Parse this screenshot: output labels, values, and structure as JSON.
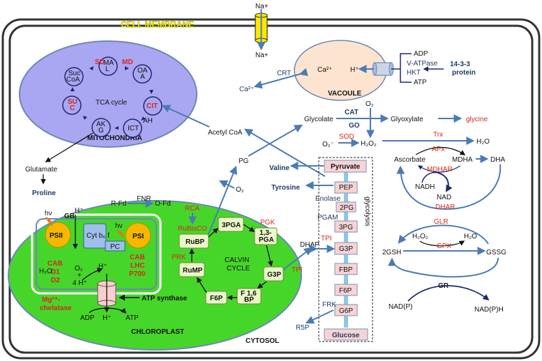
{
  "colors": {
    "mito_fill": "#a9a6f2",
    "chloro_fill": "#46d62a",
    "vacuole_fill": "#fce4d0",
    "red_label": "#d9261c",
    "blue_arrow": "#4a7bb5",
    "cell_title": "#ffff00"
  },
  "cell_membrane": "CELL MEMBRANE",
  "cytosol": "CYTOSOL",
  "sodium": {
    "top": "Na+",
    "bottom": "Na+"
  },
  "vacuole": {
    "title": "VACOULE",
    "ca": "Ca²⁺",
    "h": "H⁺",
    "adp": "ADP",
    "atp": "ATP",
    "vatpase": "V-ATPase",
    "hkt": "HKT",
    "protein_l1": "14-3-3",
    "protein_l2": "protein",
    "crt": "CRT",
    "ca_out": "Ca²⁺"
  },
  "mitochondria": {
    "title": "MITOCHONDRIA",
    "tca": "TCA cycle",
    "mal": [
      "MA",
      "L"
    ],
    "oaa": [
      "OA",
      "A"
    ],
    "cit": "CIT",
    "icit": "ICT",
    "akg": [
      "AK",
      "G"
    ],
    "sucoa": [
      "Suc",
      "CoA"
    ],
    "suc": [
      "SU",
      "C"
    ],
    "sd": "SD",
    "md": "MD",
    "ah": "AH"
  },
  "glutamate": "Glutamate",
  "proline": "Proline",
  "acetyl_coa": "Acetyl CoA",
  "pg": "PG",
  "o2_left": "O₂",
  "valine": "Valine",
  "tyrosine": "Tyrosine",
  "glycolate": "Glycolate",
  "cat": "CAT",
  "go": "GO",
  "o2_top": "O₂",
  "glyoxylate": "Glyoxylate",
  "glycine": "glycine",
  "sod": "SOD",
  "superoxide": "O₂⁻",
  "h2o2": "H₂O₂",
  "trx": "Trx",
  "h2o_right": "H₂O",
  "ascorbate": "Ascorbate",
  "apx": "APx",
  "mdha": "MDHA",
  "mdhar": "MDHAR",
  "dha": "DHA",
  "nadh": "NADH",
  "nad": "NAD",
  "dhar": "DHAR",
  "glr": "GLR",
  "gsh": "2GSH",
  "gpx": "GPX",
  "gpx_h2o2": "H₂O₂",
  "gpx_h2o": "H₂O",
  "gssg": "GSSG",
  "gr": "GR",
  "nadp": "NAD(P)",
  "nadph": "NAD(P)H",
  "glycolysis": {
    "label": "glycolysis",
    "boxes": [
      "Pyruvate",
      "PEP",
      "2PG",
      "3PG",
      "G3P",
      "FBP",
      "F6P",
      "G6P",
      "Glucose"
    ],
    "enolase": "Enolase",
    "pgam": "PGAM",
    "frk": "FRK",
    "tpi": "TPI",
    "dhap": "DHAP",
    "r5p": "R5P"
  },
  "chloroplast": {
    "title": "CHLOROPLAST",
    "rfd": "R-Fd",
    "fnr": "FNR",
    "ofd": "O-Fd",
    "psii": "PSII",
    "psi": "PSI",
    "gb": "GB",
    "hv1": "hν",
    "hv2": "hν",
    "hplus": "H⁺",
    "hplus2": "H⁺",
    "hplus3": "H⁺",
    "cytb6f": "Cyt b₆ f",
    "pc": "PC",
    "cab1": [
      "CAB",
      "D1",
      "D2"
    ],
    "cab2": [
      "CAB",
      "LHC",
      "P700"
    ],
    "h2o": "H₂O",
    "o2": "O₂",
    "plus": "+",
    "fourh": "4 H⁺",
    "mg1": "Mg²⁺-",
    "mg2": "chelatase",
    "atp_synthase": "ATP synthase",
    "adp": "ADP",
    "atp": "ATP",
    "rca": "RCA",
    "rubisco": "RuBisCO",
    "prk": "PRK",
    "pgk": "PGK",
    "tpi": "TPI",
    "calvin1": "CALVIN",
    "calvin2": "CYCLE",
    "rubp": "RuBP",
    "pga3": "3PGA",
    "bpga": [
      "1,3-",
      "PGA"
    ],
    "g3p": "G3P",
    "fbp": [
      "F 1,6",
      "BP"
    ],
    "f6p": "F6P",
    "rump": "RuMP"
  }
}
